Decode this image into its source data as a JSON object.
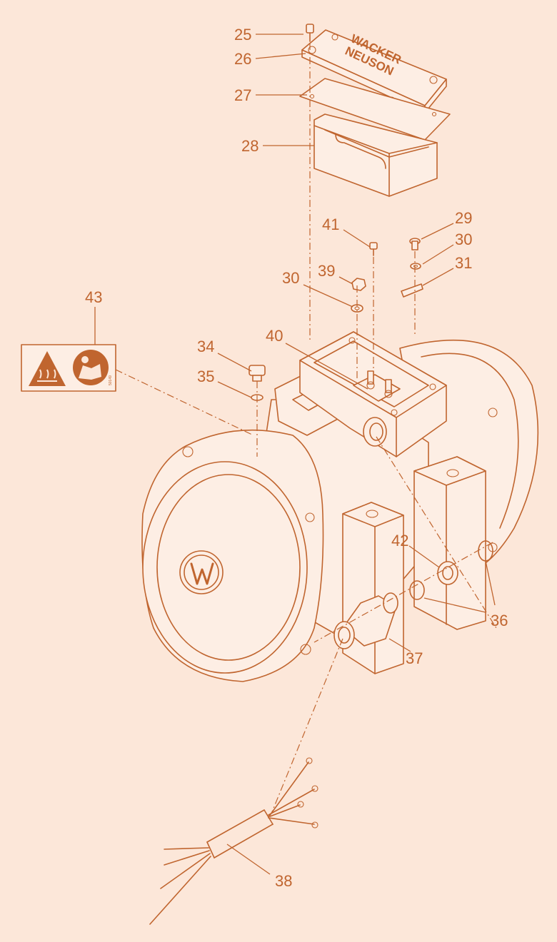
{
  "diagram": {
    "brand_lines": [
      "WACKER",
      "NEUSON"
    ],
    "decal_code": "50149",
    "callouts": {
      "c25": "25",
      "c26": "26",
      "c27": "27",
      "c28": "28",
      "c29": "29",
      "c30a": "30",
      "c30b": "30",
      "c31": "31",
      "c34": "34",
      "c35": "35",
      "c36": "36",
      "c37": "37",
      "c38": "38",
      "c39": "39",
      "c40": "40",
      "c41": "41",
      "c42": "42",
      "c43": "43"
    },
    "icons": [
      "hot-surface-warning-icon",
      "read-manual-icon",
      "wacker-w-logo-icon"
    ],
    "colors": {
      "line": "#c0652f",
      "background": "#fce7d9"
    }
  }
}
